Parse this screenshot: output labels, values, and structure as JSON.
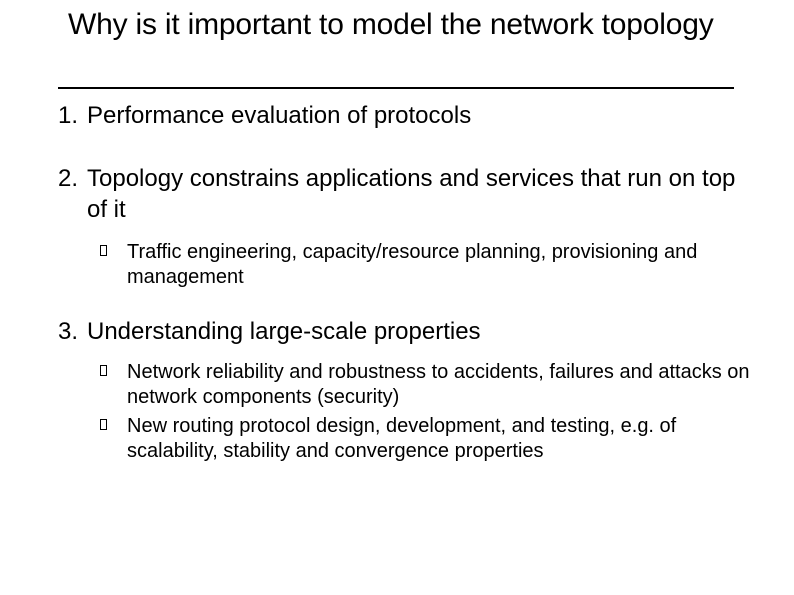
{
  "slide": {
    "title": "Why is it important to model the network topology",
    "divider_color": "#000000",
    "text_color": "#000000",
    "background_color": "#ffffff",
    "bullet_glyph": "hollow-box",
    "items": [
      {
        "number": "1.",
        "text": "Performance evaluation of protocols",
        "subitems": []
      },
      {
        "number": "2.",
        "text": "Topology constrains applications and services that run on top of it",
        "subitems": [
          "Traffic engineering, capacity/resource planning, provisioning and management"
        ]
      },
      {
        "number": "3.",
        "text": "Understanding large-scale properties",
        "subitems": [
          "Network reliability and robustness to accidents, failures and attacks on network components (security)",
          "New routing protocol design, development, and testing, e.g. of scalability, stability and convergence properties"
        ]
      }
    ]
  }
}
